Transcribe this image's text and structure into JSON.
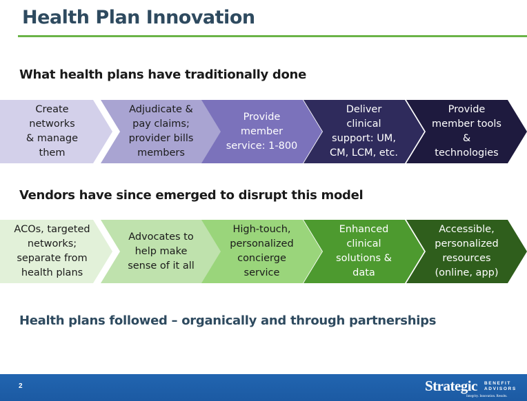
{
  "title": "Health Plan Innovation",
  "section1": {
    "heading": "What health plans have traditionally done",
    "chevrons": [
      {
        "text": "Create\nnetworks\n& manage\nthem",
        "bg": "#d3d0ea",
        "fg": "#1a1a1a"
      },
      {
        "text": "Adjudicate &\npay  claims;\nprovider bills\nmembers",
        "bg": "#a9a4d2",
        "fg": "#1a1a1a"
      },
      {
        "text": "Provide\nmember\nservice: 1-800",
        "bg": "#7b72bb",
        "fg": "#ffffff"
      },
      {
        "text": "Deliver\nclinical\nsupport: UM,\nCM, LCM, etc.",
        "bg": "#2f2b5c",
        "fg": "#ffffff"
      },
      {
        "text": "Provide\nmember tools\n&\ntechnologies",
        "bg": "#1e1a3e",
        "fg": "#ffffff"
      }
    ]
  },
  "section2": {
    "heading": "Vendors have since emerged to disrupt this model",
    "chevrons": [
      {
        "text": "ACOs, targeted\nnetworks;\nseparate from\nhealth plans",
        "bg": "#e2f1d9",
        "fg": "#1a1a1a"
      },
      {
        "text": "Advocates to\nhelp make\nsense of it all",
        "bg": "#bfe2ad",
        "fg": "#1a1a1a"
      },
      {
        "text": "High-touch,\npersonalized\nconcierge\nservice",
        "bg": "#9ad57b",
        "fg": "#1a1a1a"
      },
      {
        "text": "Enhanced\nclinical\nsolutions &\ndata",
        "bg": "#4d9a2f",
        "fg": "#ffffff"
      },
      {
        "text": "Accessible,\npersonalized\nresources\n(online, app)",
        "bg": "#2f5e1c",
        "fg": "#ffffff"
      }
    ]
  },
  "conclusion": "Health plans followed – organically and through partnerships",
  "footer": {
    "page_number": "2",
    "logo_main": "Strategic",
    "logo_sub_top": "BENEFIT",
    "logo_sub_bottom": "ADVISORS",
    "logo_tagline": "Integrity. Innovation. Results."
  }
}
